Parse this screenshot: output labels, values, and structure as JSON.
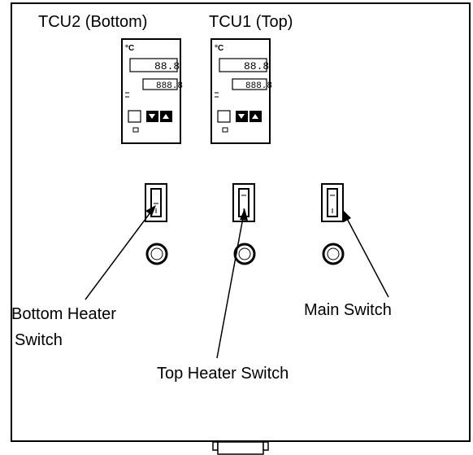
{
  "labels": {
    "tcu2": "TCU2 (Bottom)",
    "tcu1": "TCU1 (Top)",
    "bottom_heater_line1": "Bottom Heater",
    "bottom_heater_line2": "Switch",
    "top_heater": "Top Heater Switch",
    "main_switch": "Main Switch"
  },
  "display": {
    "unit": "°C",
    "pv": "88.8",
    "sv": "888.8"
  }
}
